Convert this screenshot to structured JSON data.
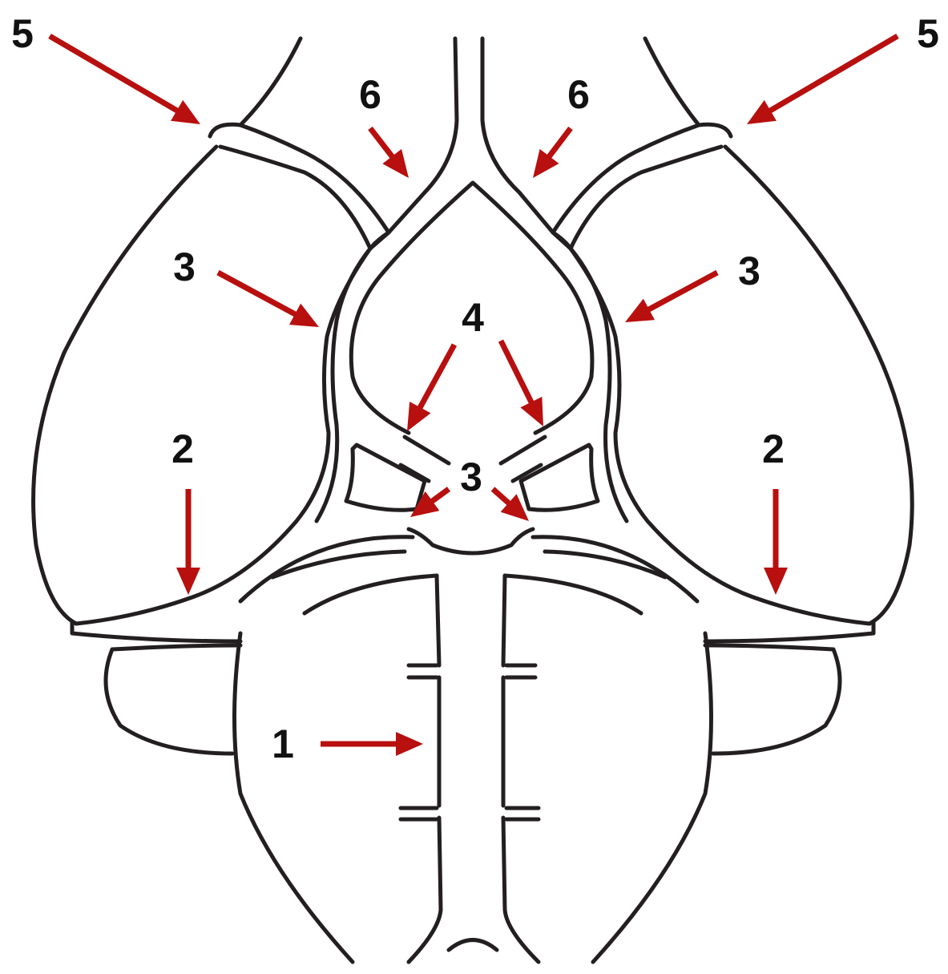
{
  "colors": {
    "arrow": "#b80f0f",
    "outline": "#231f20",
    "background": "#ffffff"
  },
  "labels": [
    {
      "id": "label-5-left",
      "text": "5"
    },
    {
      "id": "label-5-right",
      "text": "5"
    },
    {
      "id": "label-6-left",
      "text": "6"
    },
    {
      "id": "label-6-right",
      "text": "6"
    },
    {
      "id": "label-3-left",
      "text": "3"
    },
    {
      "id": "label-3-right",
      "text": "3"
    },
    {
      "id": "label-4",
      "text": "4"
    },
    {
      "id": "label-3-center",
      "text": "3"
    },
    {
      "id": "label-2-left",
      "text": "2"
    },
    {
      "id": "label-2-right",
      "text": "2"
    },
    {
      "id": "label-1",
      "text": "1"
    }
  ]
}
